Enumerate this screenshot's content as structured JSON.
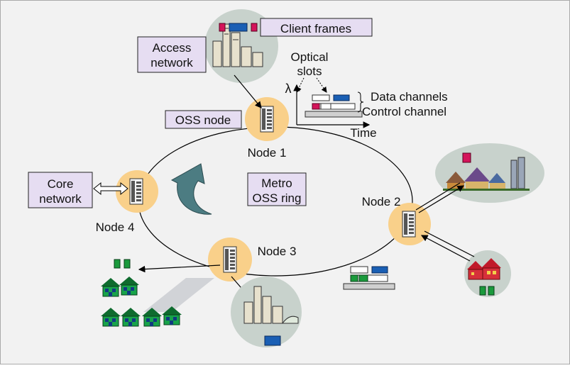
{
  "labels": {
    "client_frames": "Client frames",
    "access_network": [
      "Access",
      "network"
    ],
    "optical_slots": [
      "Optical",
      "slots"
    ],
    "lambda": "λ",
    "data_channels": "Data channels",
    "control_channel": "Control channel",
    "time": "Time",
    "oss_node": "OSS node",
    "node1": "Node 1",
    "node2": "Node 2",
    "node3": "Node 3",
    "node4": "Node 4",
    "core_network": [
      "Core",
      "network"
    ],
    "ring": [
      "Metro",
      "OSS ring"
    ]
  },
  "colors": {
    "background": "#f2f2f2",
    "box_fill": "#e6ddf2",
    "node_halo": "#f9d08a",
    "cloud": "#c8d2cc",
    "magenta": "#d4145a",
    "blue": "#1a5fb4",
    "green": "#1a9a3c",
    "arrow_teal": "#4c7c82"
  }
}
